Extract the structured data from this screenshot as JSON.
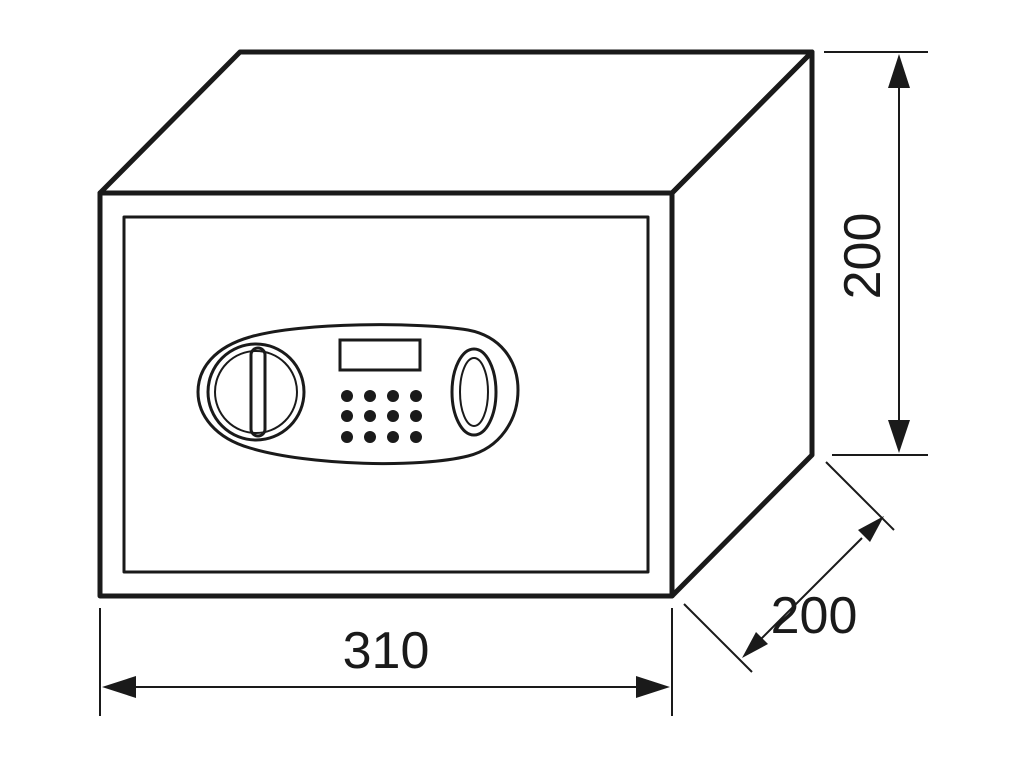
{
  "dimensions": {
    "width": "310",
    "height": "200",
    "depth": "200"
  },
  "colors": {
    "line": "#1a1a1a",
    "background": "#ffffff"
  }
}
